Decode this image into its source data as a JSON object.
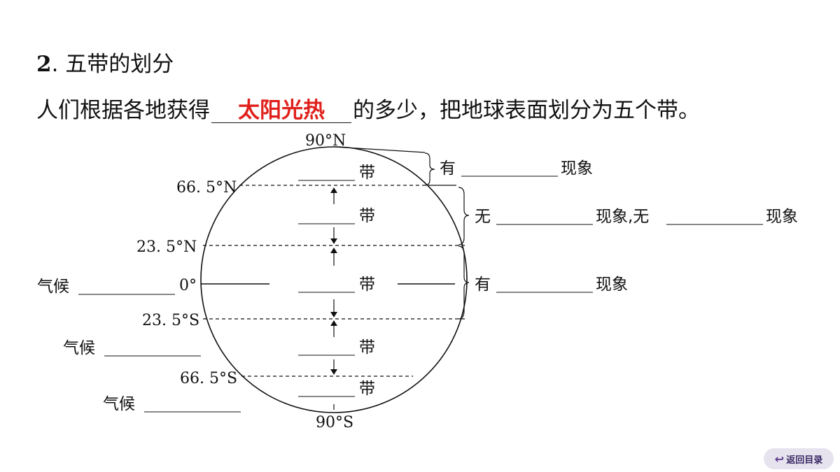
{
  "heading": {
    "number": "2",
    "text": ". 五带的划分"
  },
  "sentence": {
    "before": "人们根据各地获得",
    "answer": "太阳光热",
    "after": "的多少，把地球表面划分为五个带。"
  },
  "diagram": {
    "latitudes": {
      "n90": "90°N",
      "n665": "66. 5°N",
      "n235": "23. 5°N",
      "eq": "0°",
      "s235": "23. 5°S",
      "s665": "66. 5°S",
      "s90": "90°S"
    },
    "zone_suffix": "带",
    "phenomena": {
      "polar": "有",
      "polar_end": "现象",
      "temperate": "无",
      "temperate_mid": "现象,无",
      "temperate_end": "现象",
      "tropic": "有",
      "tropic_end": "现象"
    },
    "climate_label": "气候"
  },
  "nav": {
    "back_label": "返回目录",
    "back_icon": "return-arrow-icon"
  }
}
